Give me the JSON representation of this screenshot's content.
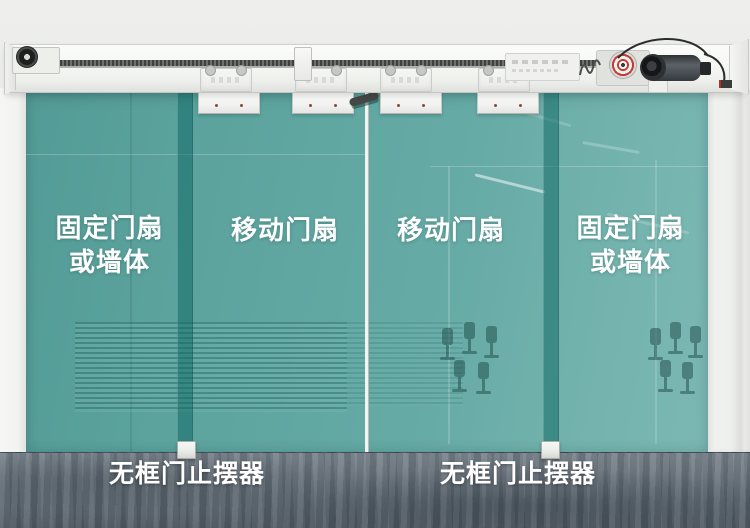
{
  "panels": {
    "fixed_left": {
      "line1": "固定门扇",
      "line2": "或墙体"
    },
    "moving_left": {
      "label": "移动门扇"
    },
    "moving_right": {
      "label": "移动门扇"
    },
    "fixed_right": {
      "line1": "固定门扇",
      "line2": "或墙体"
    }
  },
  "floor_labels": {
    "left": "无框门止摆器",
    "right": "无框门止摆器"
  },
  "colors": {
    "glass_teal": "#5FA6A1",
    "glass_divider": "#2E8C87",
    "track_white": "#F7F8F6",
    "floor_gray": "#68727C",
    "wall_light": "#ECEDEB",
    "motor_dark": "#3C4146",
    "pulley_ring_red": "#C43B33",
    "label_text": "#FFFFFF"
  }
}
